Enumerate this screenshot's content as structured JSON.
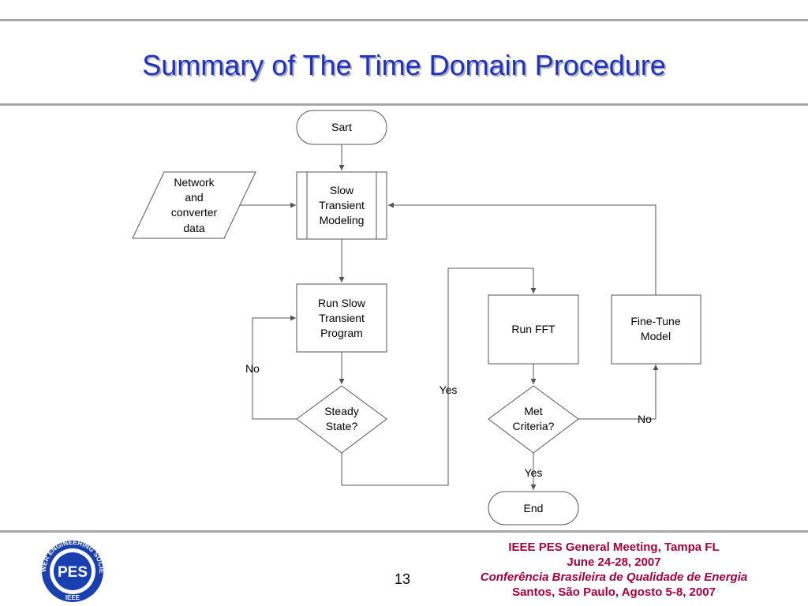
{
  "slide": {
    "title": "Summary of The Time Domain Procedure",
    "page_number": "13"
  },
  "flowchart": {
    "start": "Sart",
    "input": [
      "Network",
      "and",
      "converter",
      "data"
    ],
    "slow_transient_modeling": [
      "Slow",
      "Transient",
      "Modeling"
    ],
    "run_program": [
      "Run Slow",
      "Transient",
      "Program"
    ],
    "steady_state": [
      "Steady",
      "State?"
    ],
    "run_fft": "Run FFT",
    "met_criteria": [
      "Met",
      "Criteria?"
    ],
    "fine_tune": [
      "Fine-Tune",
      "Model"
    ],
    "end": "End",
    "label_no_steady": "No",
    "label_yes_steady": "Yes",
    "label_no_criteria": "No",
    "label_yes_criteria": "Yes"
  },
  "footer": {
    "line1": "IEEE PES General Meeting, Tampa FL",
    "line2": "June 24-28, 2007",
    "line3": "Conferência Brasileira de Qualidade de Energia",
    "line4": "Santos, São Paulo,  Agosto 5-8, 2007"
  },
  "logo": {
    "center_text": "PES",
    "ring_top": "POWER ENGINEERING SOCIETY",
    "ring_bottom": "IEEE"
  },
  "colors": {
    "title": "#1f30c8",
    "footer_text": "#a3003c",
    "logo_blue": "#1a3fb0"
  }
}
